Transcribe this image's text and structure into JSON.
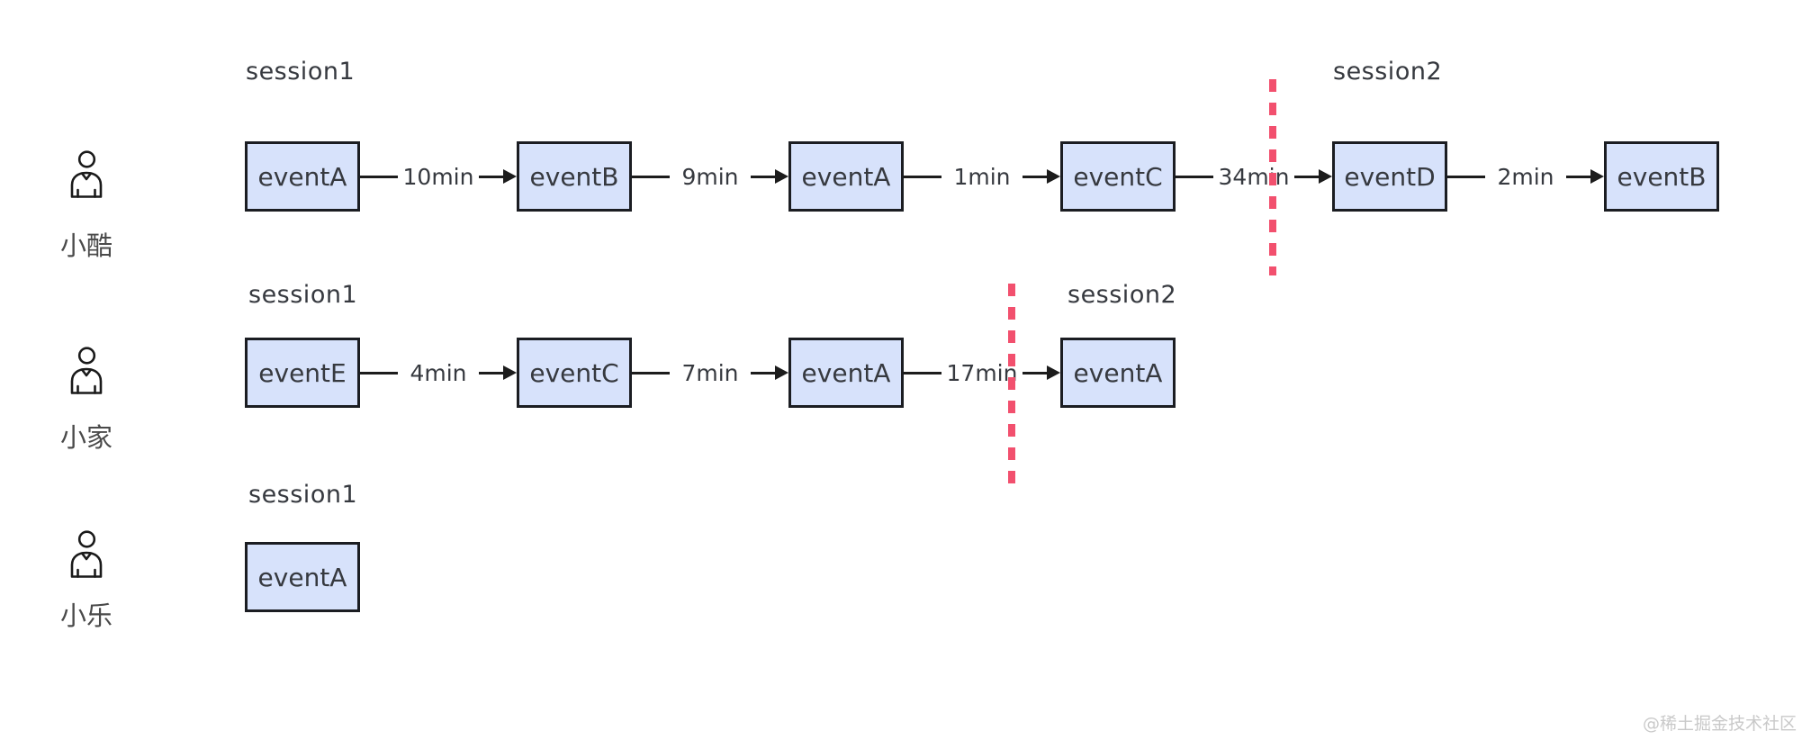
{
  "users": [
    {
      "name": "小酷",
      "sessions": [
        {
          "label": "session1"
        },
        {
          "label": "session2"
        }
      ],
      "events": [
        "eventA",
        "eventB",
        "eventA",
        "eventC",
        "eventD",
        "eventB"
      ],
      "gaps": [
        "10min",
        "9min",
        "1min",
        "34min",
        "2min"
      ]
    },
    {
      "name": "小家",
      "sessions": [
        {
          "label": "session1"
        },
        {
          "label": "session2"
        }
      ],
      "events": [
        "eventE",
        "eventC",
        "eventA",
        "eventA"
      ],
      "gaps": [
        "4min",
        "7min",
        "17min"
      ]
    },
    {
      "name": "小乐",
      "sessions": [
        {
          "label": "session1"
        }
      ],
      "events": [
        "eventA"
      ],
      "gaps": []
    }
  ],
  "colors": {
    "event_box_fill": "#d7e2fb",
    "event_box_border": "#1b1d22",
    "connector": "#1c1c1c",
    "session_divider": "#f2506e",
    "text": "#36393f",
    "watermark": "#c9c9c9"
  },
  "watermark": "@稀土掘金技术社区"
}
